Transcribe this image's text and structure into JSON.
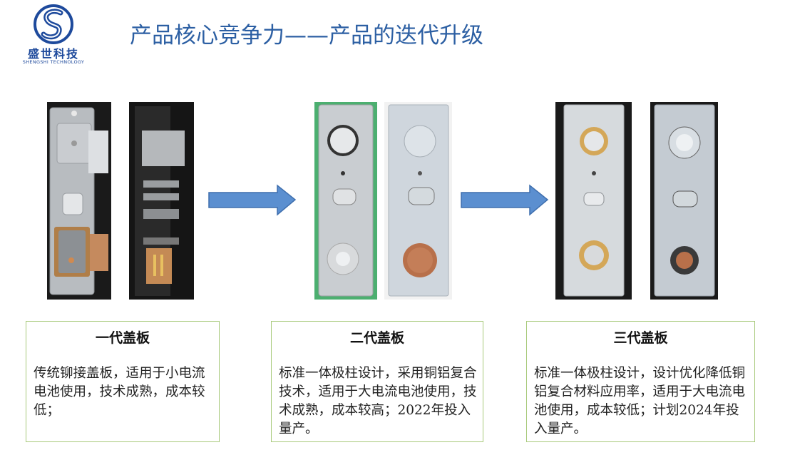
{
  "logo": {
    "name_cn": "盛世科技",
    "name_en": "SHENGSHI TECHNOLOGY",
    "brand_color": "#1e4a9c"
  },
  "title": "产品核心竞争力——产品的迭代升级",
  "title_color": "#2c5fa3",
  "arrow_color": "#5b8fd0",
  "card_border_color": "#a7c97a",
  "generations": [
    {
      "name": "一代盖板",
      "description": "传统铆接盖板，适用于小电流电池使用，技术成熟，成本较低；"
    },
    {
      "name": "二代盖板",
      "description": "标准一体极柱设计，采用铜铝复合技术，适用于大电流电池使用，技术成熟，成本较高；2022年投入量产。"
    },
    {
      "name": "三代盖板",
      "description": "标准一体极柱设计，设计优化降低铜铝复合材料应用率，适用于大电流电池使用，成本较低；计划2024年投入量产。"
    }
  ]
}
